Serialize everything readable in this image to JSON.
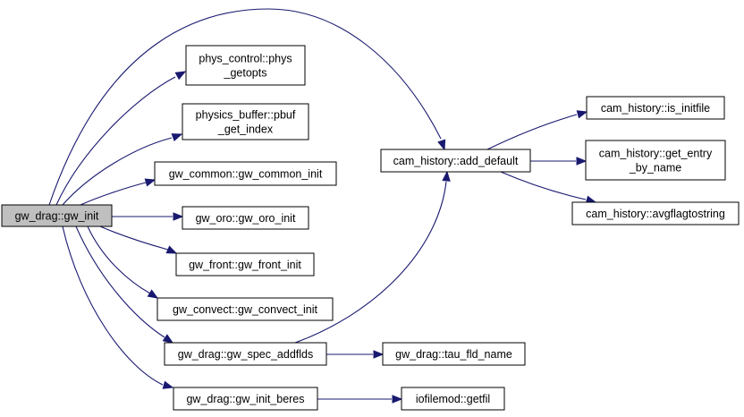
{
  "root": "gw_drag::gw_init",
  "nodes": {
    "gw_init": "gw_drag::gw_init",
    "phys_getopts": [
      "phys_control::phys",
      "_getopts"
    ],
    "pbuf_get_index": [
      "physics_buffer::pbuf",
      "_get_index"
    ],
    "gw_common_init": "gw_common::gw_common_init",
    "gw_oro_init": "gw_oro::gw_oro_init",
    "gw_front_init": "gw_front::gw_front_init",
    "gw_convect_init": "gw_convect::gw_convect_init",
    "gw_spec_addflds": "gw_drag::gw_spec_addflds",
    "gw_init_beres": "gw_drag::gw_init_beres",
    "add_default": "cam_history::add_default",
    "tau_fld_name": "gw_drag::tau_fld_name",
    "getfil": "iofilemod::getfil",
    "is_initfile": "cam_history::is_initfile",
    "get_entry_by_name": [
      "cam_history::get_entry",
      "_by_name"
    ],
    "avgflagtostring": "cam_history::avgflagtostring"
  },
  "edges": [
    [
      "gw_init",
      "phys_getopts"
    ],
    [
      "gw_init",
      "pbuf_get_index"
    ],
    [
      "gw_init",
      "gw_common_init"
    ],
    [
      "gw_init",
      "gw_oro_init"
    ],
    [
      "gw_init",
      "gw_front_init"
    ],
    [
      "gw_init",
      "gw_convect_init"
    ],
    [
      "gw_init",
      "gw_spec_addflds"
    ],
    [
      "gw_init",
      "gw_init_beres"
    ],
    [
      "gw_init",
      "add_default"
    ],
    [
      "gw_spec_addflds",
      "add_default"
    ],
    [
      "gw_spec_addflds",
      "tau_fld_name"
    ],
    [
      "gw_init_beres",
      "getfil"
    ],
    [
      "add_default",
      "is_initfile"
    ],
    [
      "add_default",
      "get_entry_by_name"
    ],
    [
      "add_default",
      "avgflagtostring"
    ]
  ],
  "colors": {
    "edge": "#191970",
    "root_fill": "#bfbfbf",
    "node_fill": "#ffffff",
    "node_border": "#000000"
  }
}
